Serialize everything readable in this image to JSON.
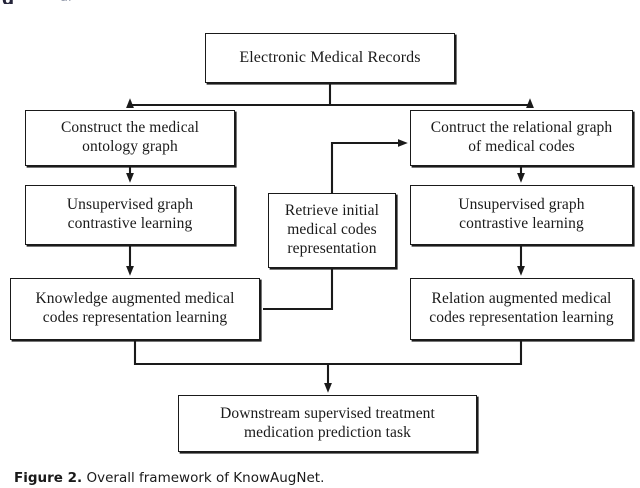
{
  "figure": {
    "type": "flowchart",
    "orientation": "top-to-bottom",
    "background_color": "#ffffff",
    "line_color": "#1a1a1a",
    "box_fill": "#ffffff"
  },
  "nodes": {
    "emr": "Electronic Medical Records",
    "medical_ontology_graph": "Construct the medical\nontology graph",
    "unsupervised_graph_contrastive_learning_left": "Unsupervised graph\ncontrastive learning",
    "knowledge_augmented": "Knowledge augmented medical\ncodes representation learning",
    "retrieve_initial": "Retrieve initial\nmedical codes\nrepresentation",
    "relational_graph_medical_codes": "Contruct the relational graph\nof medical codes",
    "unsupervised_graph_contrastive_learning_right": "Unsupervised graph\ncontrastive learning",
    "relation_augmented": "Relation augmented medical\ncodes representation learning",
    "downstream_task": "Downstream supervised treatment\nmedication prediction task"
  },
  "edges": [
    {
      "from": "emr",
      "to": "medical_ontology_graph",
      "style": "orthogonal-arrow"
    },
    {
      "from": "emr",
      "to": "relational_graph_medical_codes",
      "style": "orthogonal-arrow"
    },
    {
      "from": "medical_ontology_graph",
      "to": "unsupervised_graph_contrastive_learning_left",
      "style": "straight-arrow"
    },
    {
      "from": "unsupervised_graph_contrastive_learning_left",
      "to": "knowledge_augmented",
      "style": "straight-arrow"
    },
    {
      "from": "retrieve_initial",
      "to": "relational_graph_medical_codes",
      "style": "orthogonal-arrow"
    },
    {
      "from": "retrieve_initial",
      "to": "knowledge_augmented",
      "style": "orthogonal-line"
    },
    {
      "from": "relational_graph_medical_codes",
      "to": "unsupervised_graph_contrastive_learning_right",
      "style": "straight-arrow"
    },
    {
      "from": "unsupervised_graph_contrastive_learning_right",
      "to": "relation_augmented",
      "style": "straight-arrow"
    },
    {
      "from": "knowledge_augmented",
      "to": "downstream_task",
      "style": "merge-arrow"
    },
    {
      "from": "relation_augmented",
      "to": "downstream_task",
      "style": "merge-arrow"
    }
  ],
  "caption": {
    "label": "Figure 2.",
    "text": "Overall framework of KnowAugNet."
  },
  "crop_artifacts": {
    "top_left_glyph": "g",
    "top_left_faint": "ar"
  }
}
